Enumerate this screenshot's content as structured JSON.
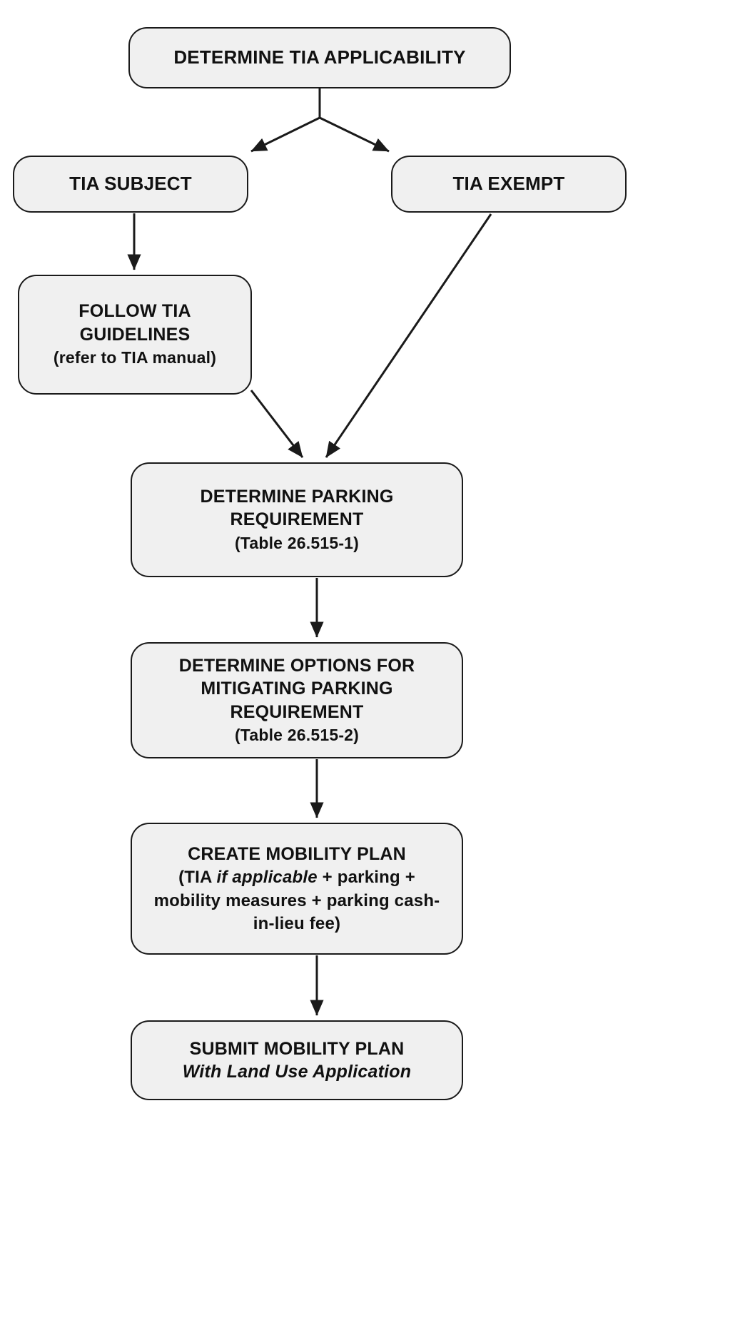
{
  "diagram": {
    "title": "TIA and Mobility Plan Process Flowchart",
    "style": {
      "node_fill": "#f0f0f0",
      "node_border": "#1a1a1a",
      "text_color": "#111111",
      "arrow_color": "#1a1a1a",
      "background": "#ffffff"
    },
    "nodes": [
      {
        "id": "determine-tia-applicability",
        "lines": [
          "DETERMINE TIA APPLICABILITY"
        ]
      },
      {
        "id": "tia-subject",
        "lines": [
          "TIA SUBJECT"
        ]
      },
      {
        "id": "tia-exempt",
        "lines": [
          "TIA EXEMPT"
        ]
      },
      {
        "id": "follow-tia-guidelines",
        "lines": [
          "FOLLOW TIA",
          "GUIDELINES",
          "(refer to TIA manual)"
        ]
      },
      {
        "id": "determine-parking-requirement",
        "lines": [
          "DETERMINE PARKING",
          "REQUIREMENT",
          "(Table 26.515-1)"
        ]
      },
      {
        "id": "determine-mitigation-options",
        "lines": [
          "DETERMINE OPTIONS FOR",
          "MITIGATING  PARKING",
          "REQUIREMENT",
          "(Table 26.515-2)"
        ]
      },
      {
        "id": "create-mobility-plan",
        "lines": [
          "CREATE MOBILITY PLAN",
          "(TIA ",
          "if applicable",
          " + parking +",
          "mobility measures + parking cash-",
          "in-lieu fee)"
        ]
      },
      {
        "id": "submit-mobility-plan",
        "lines": [
          "SUBMIT MOBILITY PLAN",
          "With Land Use Application"
        ]
      }
    ],
    "node_text": {
      "n1_l1": "DETERMINE TIA APPLICABILITY",
      "n2_l1": "TIA SUBJECT",
      "n3_l1": "TIA EXEMPT",
      "n4_l1": "FOLLOW TIA",
      "n4_l2": "GUIDELINES",
      "n4_l3": "(refer to TIA manual)",
      "n5_l1": "DETERMINE PARKING",
      "n5_l2": "REQUIREMENT",
      "n5_l3": "(Table 26.515-1)",
      "n6_l1": "DETERMINE OPTIONS FOR",
      "n6_l2": "MITIGATING  PARKING",
      "n6_l3": "REQUIREMENT",
      "n6_l4": "(Table 26.515-2)",
      "n7_l1": "CREATE MOBILITY PLAN",
      "n7_l2a": "(TIA ",
      "n7_l2b": "if applicable",
      "n7_l2c": " + parking +",
      "n7_l3": "mobility measures + parking cash-",
      "n7_l4": "in-lieu fee)",
      "n8_l1": "SUBMIT MOBILITY PLAN",
      "n8_l2": "With Land Use Application"
    },
    "edges": [
      {
        "id": "edge-applicability-to-subject",
        "from": "determine-tia-applicability",
        "to": "tia-subject",
        "kind": "diagonal-left"
      },
      {
        "id": "edge-applicability-to-exempt",
        "from": "determine-tia-applicability",
        "to": "tia-exempt",
        "kind": "diagonal-right"
      },
      {
        "id": "edge-subject-to-guidelines",
        "from": "tia-subject",
        "to": "follow-tia-guidelines",
        "kind": "vertical"
      },
      {
        "id": "edge-guidelines-to-parking",
        "from": "follow-tia-guidelines",
        "to": "determine-parking-requirement",
        "kind": "diagonal-right"
      },
      {
        "id": "edge-exempt-to-parking",
        "from": "tia-exempt",
        "to": "determine-parking-requirement",
        "kind": "diagonal-left"
      },
      {
        "id": "edge-parking-to-mitigation",
        "from": "determine-parking-requirement",
        "to": "determine-mitigation-options",
        "kind": "vertical"
      },
      {
        "id": "edge-mitigation-to-create",
        "from": "determine-mitigation-options",
        "to": "create-mobility-plan",
        "kind": "vertical"
      },
      {
        "id": "edge-create-to-submit",
        "from": "create-mobility-plan",
        "to": "submit-mobility-plan",
        "kind": "vertical"
      }
    ]
  }
}
